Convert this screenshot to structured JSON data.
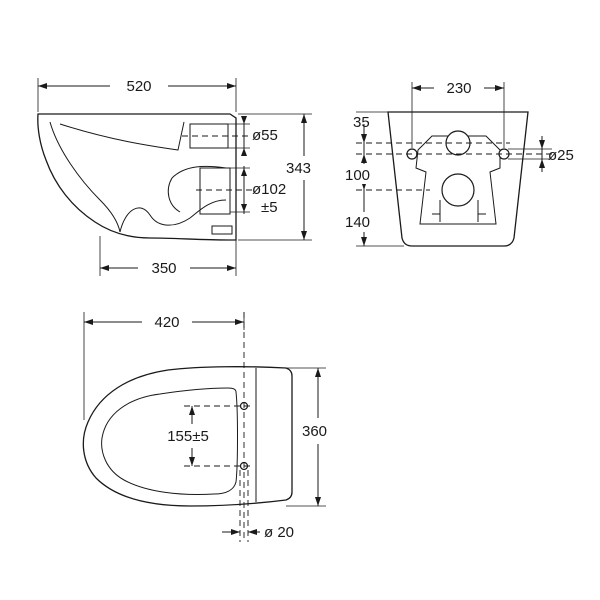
{
  "side_view": {
    "overall_length": "520",
    "waste_diameter": "ø55",
    "outlet_diameter": "ø102",
    "outlet_tolerance": "±5",
    "projection": "350",
    "height": "343"
  },
  "rear_view": {
    "width": "230",
    "dim_35": "35",
    "dim_100": "100",
    "dim_140": "140",
    "bolt_diameter": "ø25"
  },
  "top_view": {
    "length": "420",
    "width": "360",
    "bolt_spacing": "155±5",
    "bolt_hole_diameter": "ø 20"
  }
}
